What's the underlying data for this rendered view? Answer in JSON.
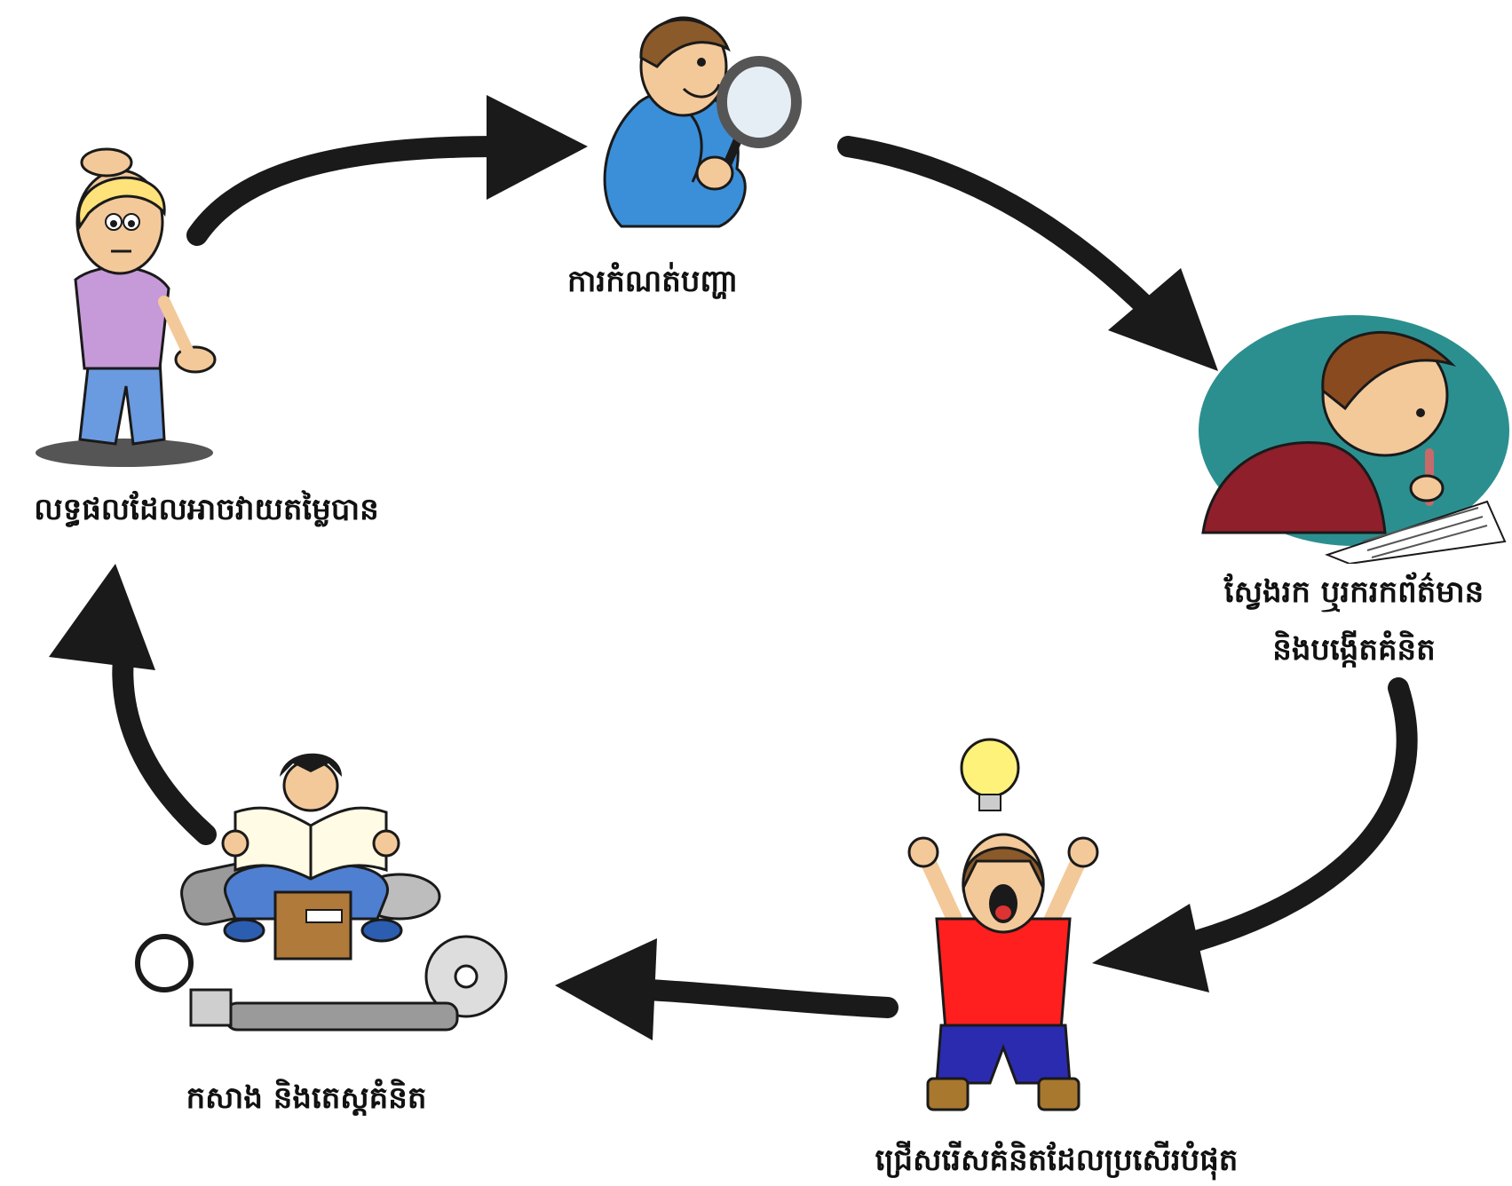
{
  "diagram": {
    "type": "cycle",
    "arrow_color": "#1a1a1a",
    "steps": [
      {
        "label": "ការកំណត់បញ្ហា",
        "icon": "person-with-magnifying-glass-icon"
      },
      {
        "label_line1": "ស្វែងរក ឬរករកព័ត៌មាន",
        "label_line2": "និងបង្កើតគំនិត",
        "icon": "person-writing-icon"
      },
      {
        "label": "ជ្រើសរើសគំនិតដែលប្រសើរបំផុត",
        "icon": "excited-person-with-lightbulb-icon"
      },
      {
        "label": "កសាង និងតេស្តគំនិត",
        "icon": "person-reading-manual-with-parts-icon"
      },
      {
        "label": "លទ្ធផលដែលអាចវាយតម្លៃបាន",
        "icon": "thinking-person-icon"
      }
    ]
  }
}
